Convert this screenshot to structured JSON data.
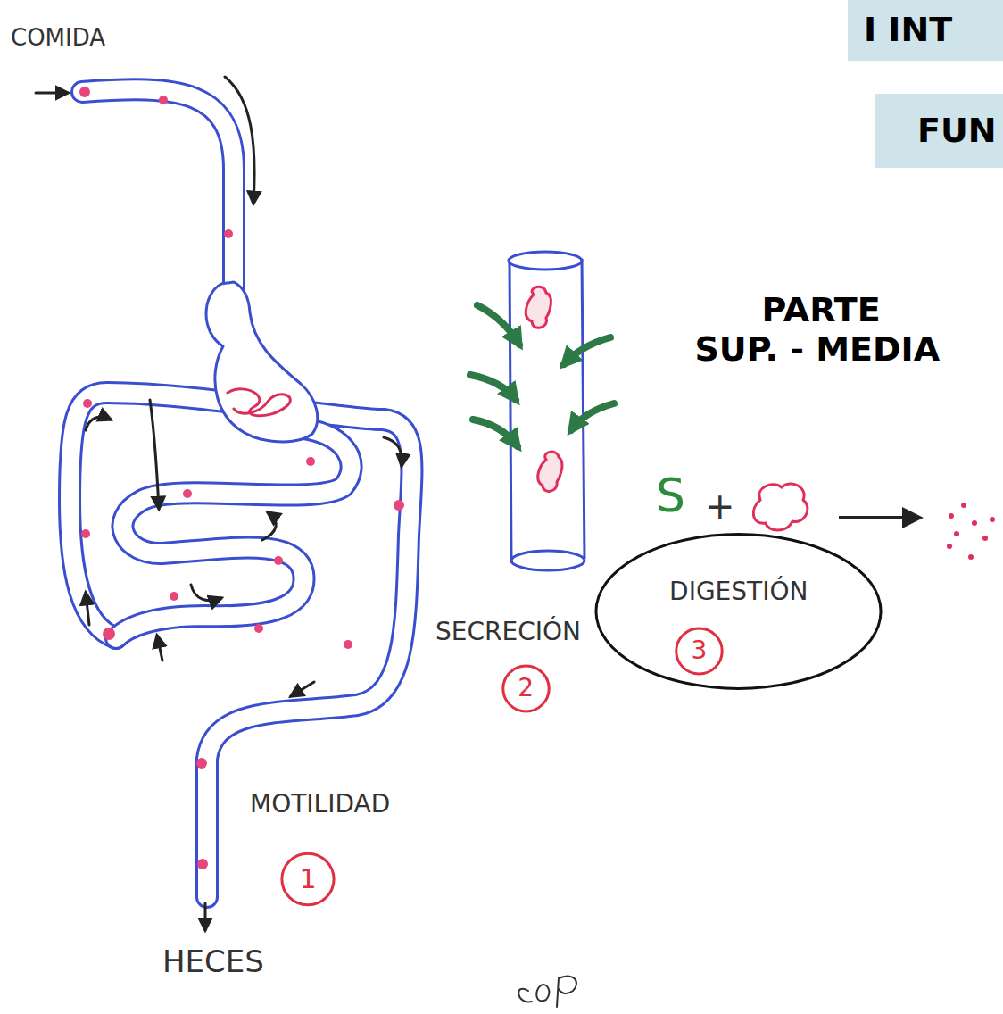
{
  "diagram": {
    "nodes": [
      {
        "text": [
          "I INT"
        ]
      },
      {
        "text": [
          "FUN"
        ]
      },
      {
        "text": [
          "DIGESTIÓN"
        ]
      },
      {
        "text": [
          "3"
        ],
        "in": 2
      },
      {
        "text": [
          "2"
        ]
      },
      {
        "text": [
          "1"
        ]
      }
    ],
    "labels": [
      "COMIDA",
      "PARTE SUP. - MEDIA",
      "S",
      "+",
      "SECRECIÓN",
      "MOTILIDAD",
      "HECES"
    ]
  }
}
